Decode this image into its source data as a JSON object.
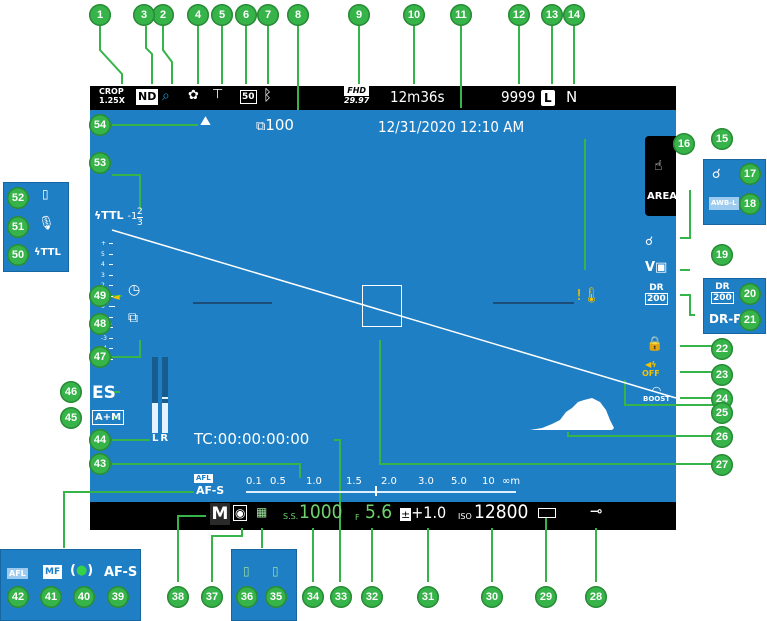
{
  "top": {
    "crop_top": "CROP",
    "crop_bottom": "1.25X",
    "nd": "ND",
    "video_fmt": "FHD",
    "fps": "29.97",
    "rec_time": "12m36s",
    "shots": "9999",
    "size": "L",
    "quality": "N",
    "stabilizer": "50"
  },
  "screen": {
    "continuous": "100",
    "datetime": "12/31/2020  12:10  AM",
    "flash": "TTL",
    "flash_comp": "-1",
    "flash_frac_num": "2",
    "flash_frac_den": "3",
    "area_label": "AREA",
    "dr": "DR",
    "dr_value": "200",
    "boost": "BOOST",
    "mute": "OFF",
    "timecode": "TC:00:00:00:00",
    "es": "ES",
    "am": "A+M",
    "lr_l": "L",
    "lr_r": "R",
    "afl": "AFL",
    "afs": "AF-S",
    "exp_scale": [
      "+",
      "5",
      "4",
      "3",
      "2",
      "1",
      "0",
      "-1",
      "-2",
      "-3",
      "-4",
      "-5"
    ],
    "distance": [
      "0.1",
      "0.5",
      "1.0",
      "1.5",
      "2.0",
      "3.0",
      "5.0",
      "10",
      "∞m"
    ]
  },
  "bottom": {
    "mode": "M",
    "ss_label": "S.S.",
    "shutter": "1000",
    "f_label": "F",
    "aperture": "5.6",
    "ev": "+1.0",
    "iso_label": "ISO",
    "iso": "12800"
  },
  "insets": {
    "left_top": {
      "flash": "TTL"
    },
    "wb": {
      "awb": "AWB-L"
    },
    "dr": {
      "dr": "DR",
      "dr_value": "200",
      "drp": "DR-P"
    },
    "af": {
      "afl": "AFL",
      "mf": "MF",
      "afs": "AF-S"
    }
  },
  "callouts": [
    "1",
    "2",
    "3",
    "4",
    "5",
    "6",
    "7",
    "8",
    "9",
    "10",
    "11",
    "12",
    "13",
    "14",
    "15",
    "16",
    "17",
    "18",
    "19",
    "20",
    "21",
    "22",
    "23",
    "24",
    "25",
    "26",
    "27",
    "28",
    "29",
    "30",
    "31",
    "32",
    "33",
    "34",
    "35",
    "36",
    "37",
    "38",
    "39",
    "40",
    "41",
    "42",
    "43",
    "44",
    "45",
    "46",
    "47",
    "48",
    "49",
    "50",
    "51",
    "52",
    "53",
    "54"
  ]
}
